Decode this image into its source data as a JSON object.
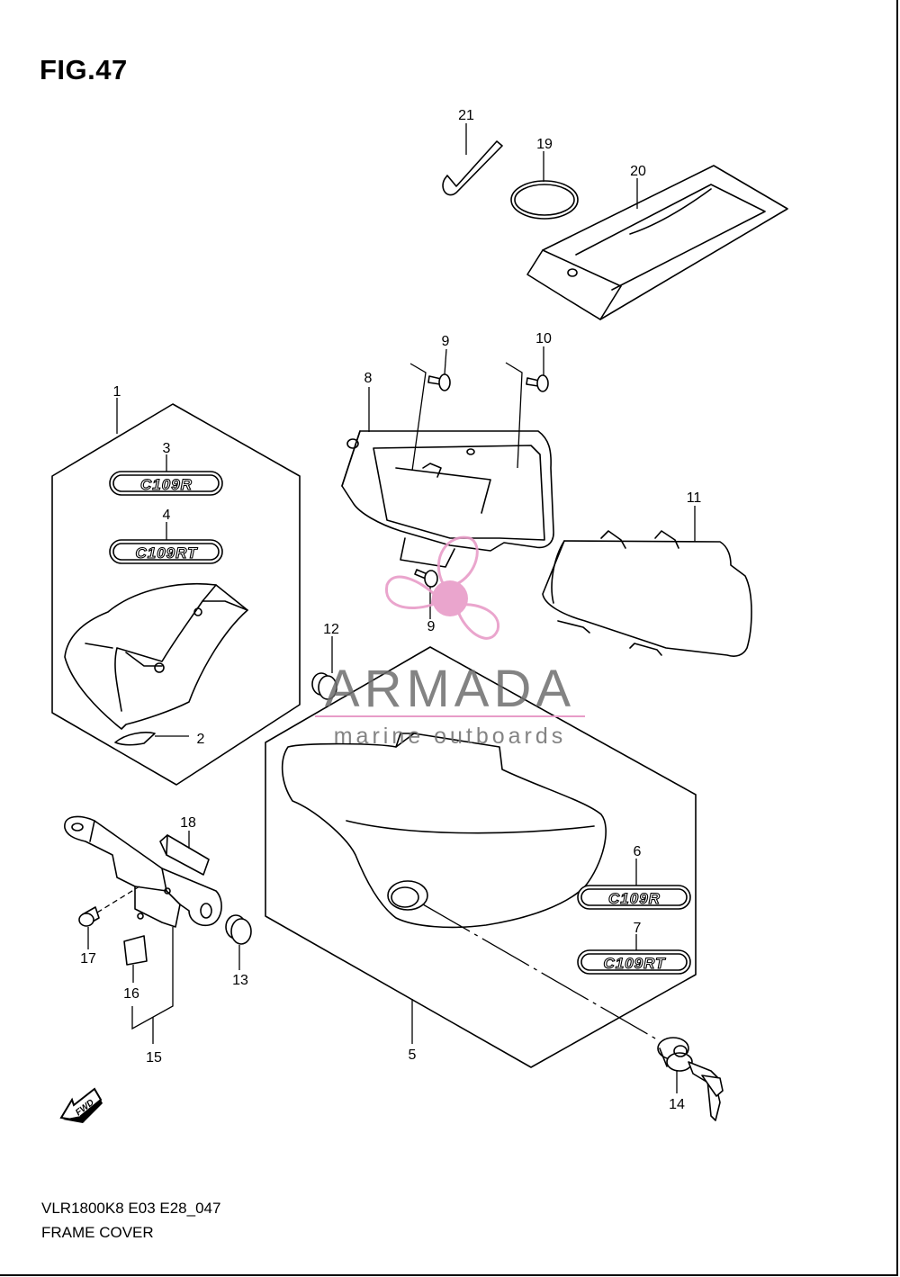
{
  "figure": {
    "title": "FIG.47",
    "model_code": "VLR1800K8 E03 E28_047",
    "section_name": "FRAME COVER"
  },
  "callouts": [
    "1",
    "2",
    "3",
    "4",
    "5",
    "6",
    "7",
    "8",
    "9",
    "9",
    "10",
    "11",
    "12",
    "13",
    "14",
    "15",
    "16",
    "17",
    "18",
    "19",
    "20",
    "21"
  ],
  "emblems": {
    "badge_3": "C109R",
    "badge_4": "C109RT",
    "badge_6": "C109R",
    "badge_7": "C109RT"
  },
  "direction_marker": "FWD",
  "watermark": {
    "brand": "ARMADA",
    "tagline": "marine outboards",
    "color": "#e89cc8"
  }
}
